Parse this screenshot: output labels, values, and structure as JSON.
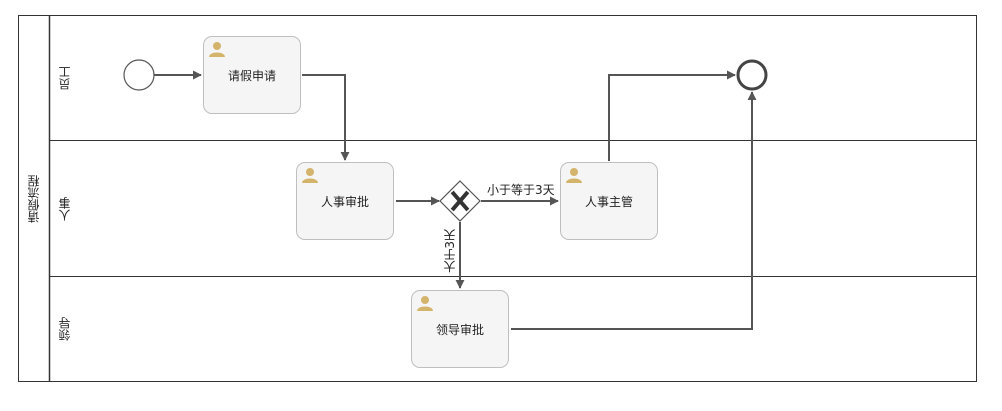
{
  "pool": {
    "name": "请假流程"
  },
  "lanes": [
    {
      "name": "员工"
    },
    {
      "name": "人事"
    },
    {
      "name": "领导"
    }
  ],
  "tasks": {
    "apply": "请假申请",
    "hr_review": "人事审批",
    "hr_manager": "人事主管",
    "leader_review": "领导审批"
  },
  "gateway": {
    "type": "exclusive",
    "symbol": "X"
  },
  "conditions": {
    "le3": "小于等于3天",
    "gt3": "大于3天"
  },
  "colors": {
    "task_fill": "#f5f5f5",
    "task_border": "#bfbfbf",
    "flow": "#555555",
    "user_icon": "#d4b36a"
  }
}
